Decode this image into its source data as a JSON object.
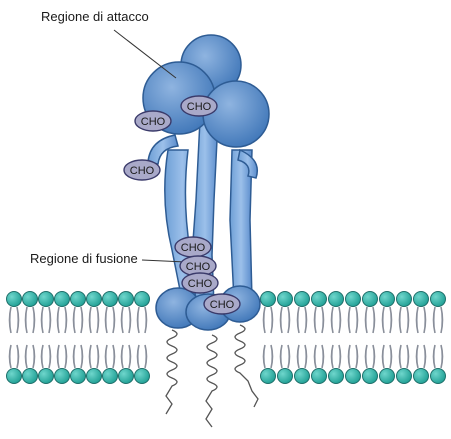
{
  "labels": {
    "attack_region": "Regione di attacco",
    "fusion_region": "Regione di fusione"
  },
  "glycans": [
    "CHO",
    "CHO",
    "CHO",
    "CHO",
    "CHO",
    "CHO",
    "CHO"
  ],
  "colors": {
    "protein_fill": "#4f86c6",
    "protein_light": "#8fb4e0",
    "protein_stroke": "#2e5c94",
    "cho_fill": "#a9a9c9",
    "cho_stroke": "#3a3a6a",
    "lipid_head": "#2bb3a8",
    "lipid_head_stroke": "#1f6f6a",
    "lipid_tail": "#8a8f9a"
  }
}
